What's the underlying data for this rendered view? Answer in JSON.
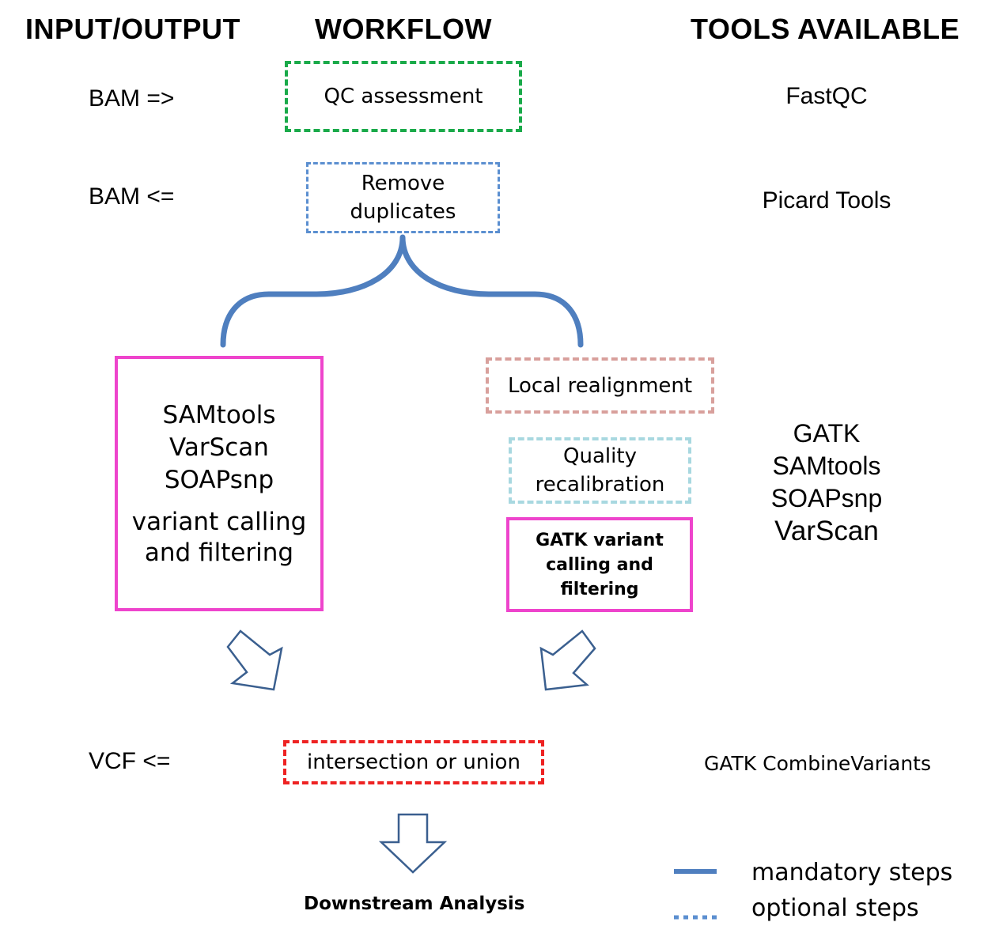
{
  "headers": {
    "io": "INPUT/OUTPUT",
    "workflow": "WORKFLOW",
    "tools": "TOOLS AVAILABLE"
  },
  "io_labels": {
    "bam_out": "BAM =>",
    "bam_in": "BAM <=",
    "vcf_in": "VCF <="
  },
  "steps": {
    "qc": "QC assessment",
    "remove_dup": [
      "Remove",
      "duplicates"
    ],
    "left_tools": [
      "SAMtools",
      "VarScan",
      "SOAPsnp"
    ],
    "left_desc": [
      "variant calling",
      "and filtering"
    ],
    "local_realign": "Local realignment",
    "quality_recal": [
      "Quality",
      "recalibration"
    ],
    "gatk_call": [
      "GATK variant",
      "calling and",
      "filtering"
    ],
    "combine": "intersection or union",
    "downstream": "Downstream Analysis"
  },
  "tools": {
    "qc": "FastQC",
    "dedup": "Picard Tools",
    "calling": [
      "GATK",
      "SAMtools",
      "SOAPsnp",
      "VarScan"
    ],
    "combine": "GATK CombineVariants"
  },
  "legend": {
    "mandatory": "mandatory steps",
    "optional": "optional steps"
  },
  "colors": {
    "qc_border": "#1aaa4a",
    "blue_border": "#5b8fd0",
    "brace": "#4f7fbf",
    "magenta_border": "#ee44cc",
    "realign_border": "#d8a09c",
    "recal_border": "#a8d8e0",
    "combine_border": "#ee2222",
    "arrow_stroke": "#3a5f8f"
  }
}
